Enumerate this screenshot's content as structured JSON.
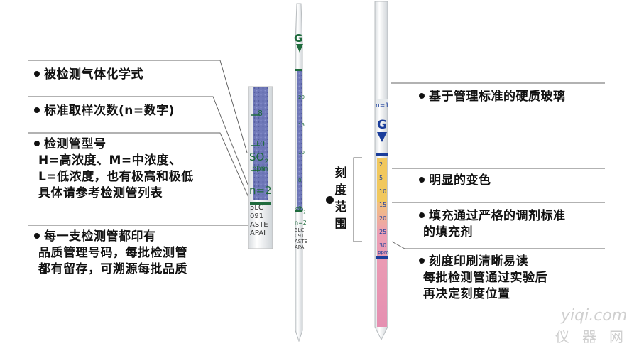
{
  "left_labels": {
    "formula": "被检测气体化学式",
    "sampling": "标准取样次数(n=数字)",
    "model_title": "检测管型号",
    "model_lines": [
      "H=高浓度、M=中浓度、",
      "L=低浓度，也有极高和极低",
      "具体请参考检测管列表"
    ],
    "quality_lines": [
      "每一支检测管都印有",
      "品质管理号码，每批检测管",
      "都有留存，可溯源每批品质"
    ]
  },
  "right_labels": {
    "glass": "基于管理标准的硬质玻璃",
    "color_change": "明显的变色",
    "filler_lines": [
      "填充通过严格的调剂标准",
      "的填充剂"
    ],
    "scale_lines": [
      "刻度印刷清晰易读",
      "每批检测管通过实验后",
      "再决定刻度位置"
    ],
    "scale_range": [
      "刻",
      "度",
      "范",
      "围"
    ]
  },
  "zoom_tube": {
    "ticks": [
      "8",
      "10",
      "15"
    ],
    "formula": "SO",
    "formula_sub": "2",
    "unit": "ppm",
    "n_label": "n=2",
    "codes": [
      "5LC",
      "091",
      "ASTE",
      "APAI"
    ]
  },
  "tube_left": {
    "logo": "G",
    "ticks": [
      "20",
      "15",
      "10",
      "8",
      "6"
    ],
    "formula": "SO",
    "formula_sub": "2",
    "n_label": "n=2",
    "codes": [
      "5LC",
      "091",
      "ASTE",
      "APAI"
    ]
  },
  "tube_right": {
    "logo": "G",
    "n_label": "n=1",
    "scale": [
      "2",
      "5",
      "10",
      "15",
      "20",
      "25",
      "30"
    ],
    "unit": "ppm"
  },
  "watermark": {
    "domain": "yiqi.com",
    "chars": [
      "仪",
      "器",
      "网"
    ]
  },
  "colors": {
    "purple": "#6f78b8",
    "yellow": "#f1c85e",
    "pink": "#e58fb1",
    "logo_green": "#1f6b3d",
    "blue": "#1b3e9b",
    "line": "#555555"
  }
}
